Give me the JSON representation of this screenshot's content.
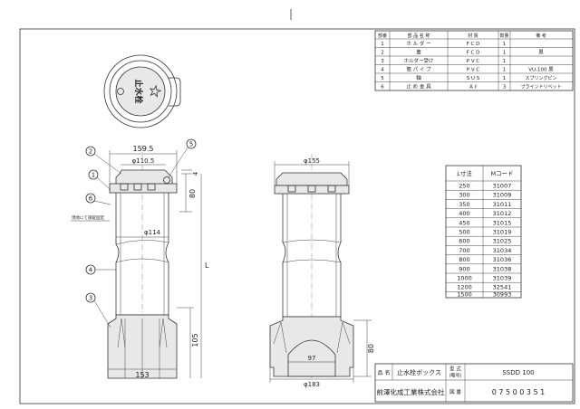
{
  "parts_table": {
    "headers": [
      "部番",
      "部 品 名 称",
      "材 質",
      "数量",
      "備 考"
    ],
    "rows": [
      [
        "1",
        "ホ ル ダ ー",
        "F C D",
        "1",
        ""
      ],
      [
        "2",
        "蓋",
        "F C D",
        "1",
        "黒"
      ],
      [
        "3",
        "ホルダー受け",
        "P V C",
        "1",
        ""
      ],
      [
        "4",
        "筒 パ イ プ",
        "P V C",
        "1",
        "VU-100 黒"
      ],
      [
        "5",
        "軸",
        "S U S",
        "1",
        "スプリングピン"
      ],
      [
        "6",
        "止 め 金 具",
        "A ℓ",
        "3",
        "ブラインドリベット"
      ]
    ]
  },
  "lookup_table": {
    "headers": [
      "L寸法",
      "Mコード"
    ],
    "rows": [
      [
        "250",
        "31007"
      ],
      [
        "300",
        "31009"
      ],
      [
        "350",
        "31011"
      ],
      [
        "400",
        "31012"
      ],
      [
        "450",
        "31015"
      ],
      [
        "500",
        "31019"
      ],
      [
        "600",
        "31025"
      ],
      [
        "700",
        "31034"
      ],
      [
        "800",
        "31036"
      ],
      [
        "900",
        "31038"
      ],
      [
        "1000",
        "31039"
      ],
      [
        "1200",
        "32541"
      ],
      [
        "1500",
        "30993"
      ]
    ]
  },
  "title_block": {
    "name_label": "品 名",
    "name_value": "止水栓ボックス",
    "model_label": "型 式",
    "model_sub": "(略号)",
    "model_value": "SSDD 100",
    "company": "前澤化成工業株式会社",
    "drawing_label": "図 番",
    "drawing_value": "0 7 5 0 0 3 5 1"
  },
  "top_view": {
    "cover_text": "止水栓"
  },
  "front_view": {
    "dims": {
      "w1595": "159.5",
      "d1105": "φ110.5",
      "d114": "φ114",
      "w153": "153",
      "h80": "80",
      "h105": "105",
      "L": "L",
      "t4": "4"
    },
    "callouts": [
      "1",
      "2",
      "3",
      "4",
      "5",
      "6"
    ],
    "note": "現地にて施錠固定"
  },
  "side_view": {
    "dims": {
      "d155": "φ155",
      "d183": "φ183",
      "w97": "97",
      "h80": "80"
    }
  }
}
